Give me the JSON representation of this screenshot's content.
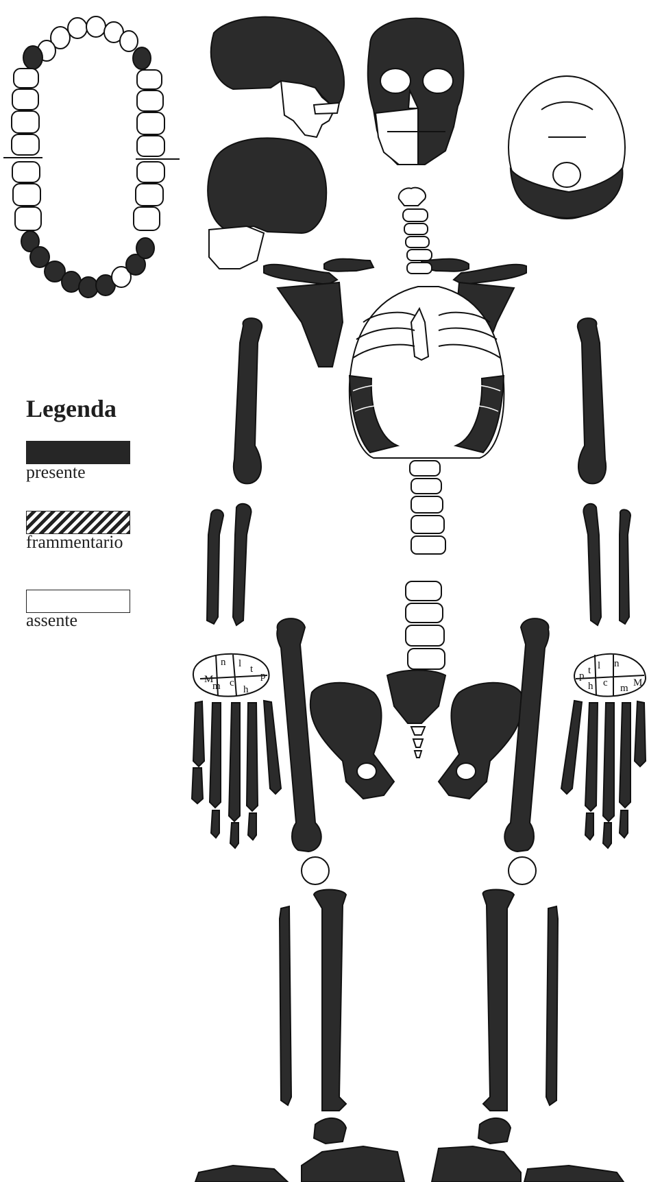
{
  "legend": {
    "title": "Legenda",
    "items": [
      {
        "key": "present",
        "label": "presente",
        "fill": "#262626"
      },
      {
        "key": "fragmentary",
        "label": "frammentario",
        "fill": "hatched"
      },
      {
        "key": "absent",
        "label": "assente",
        "fill": "#ffffff"
      }
    ]
  },
  "colors": {
    "present": "#2b2b2b",
    "absent": "#ffffff",
    "outline": "#1a1a1a"
  },
  "carpal_labels": {
    "right_hand": [
      "M",
      "m",
      "l",
      "t",
      "p",
      "c",
      "h",
      "n"
    ],
    "left_hand": [
      "p",
      "t",
      "l",
      "h",
      "c",
      "n",
      "m",
      "M"
    ]
  }
}
